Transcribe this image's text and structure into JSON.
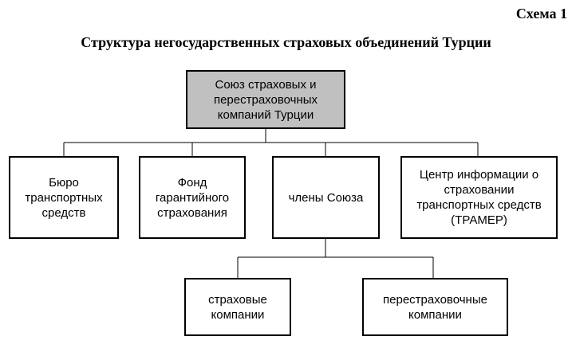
{
  "header": {
    "scheme_label": "Схема 1",
    "title": "Структура негосударственных страховых объединений Турции"
  },
  "nodes": {
    "root": "Союз страховых и перестраховочных компаний Турции",
    "bureau": "Бюро транспортных средств",
    "fund": "Фонд гарантийного страхования",
    "members": "члены Союза",
    "tramer": "Центр информации о страховании транспортных средств (ТРАМЕР)",
    "insurers": "страховые компании",
    "reinsurers": "перестраховочные компании"
  },
  "colors": {
    "root_fill": "#c0c0c0",
    "box_fill": "#ffffff",
    "line": "#000000"
  }
}
